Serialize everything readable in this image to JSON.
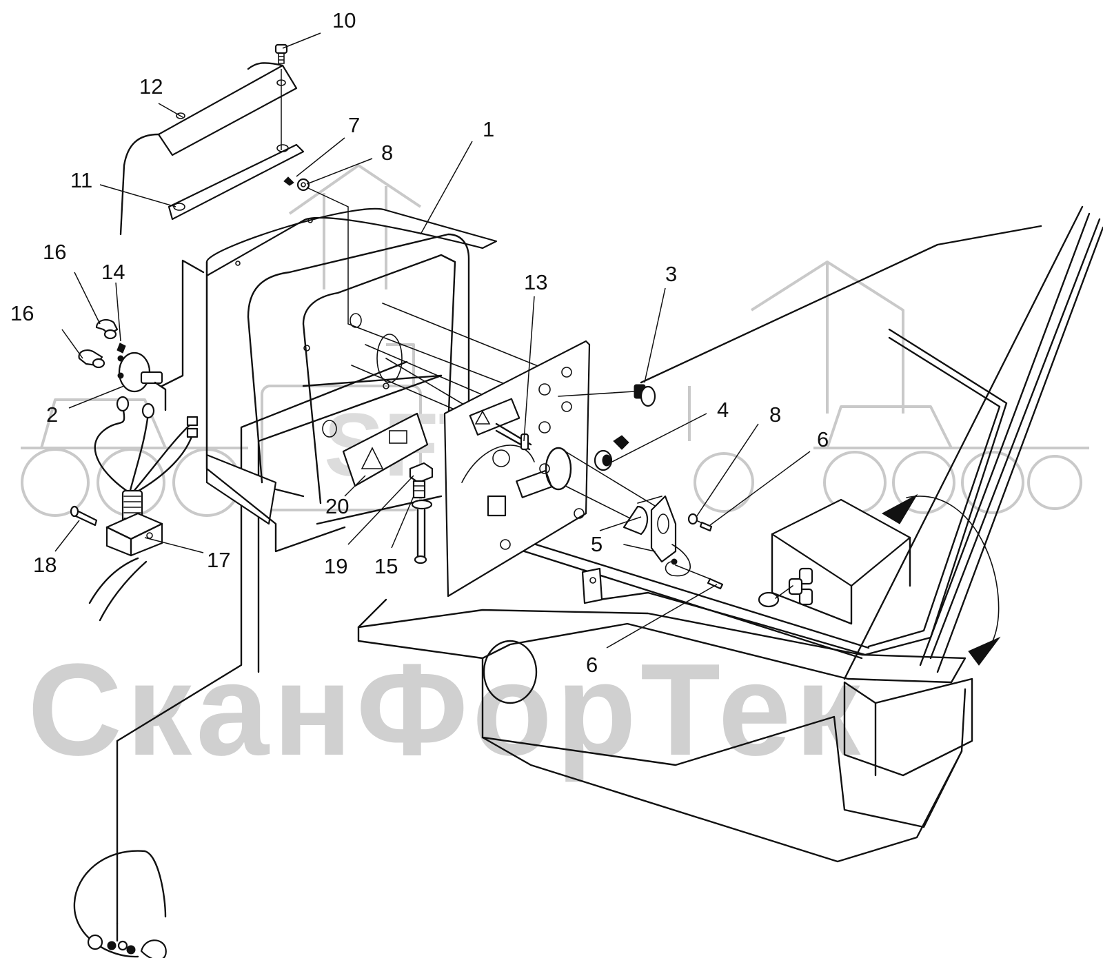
{
  "watermark": {
    "text": "СканФорТек",
    "logo": "SFT"
  },
  "callouts": [
    {
      "id": "c10",
      "label": "10"
    },
    {
      "id": "c12",
      "label": "12"
    },
    {
      "id": "c7",
      "label": "7"
    },
    {
      "id": "c8a",
      "label": "8"
    },
    {
      "id": "c1",
      "label": "1"
    },
    {
      "id": "c11",
      "label": "11"
    },
    {
      "id": "c16a",
      "label": "16"
    },
    {
      "id": "c14",
      "label": "14"
    },
    {
      "id": "c16b",
      "label": "16"
    },
    {
      "id": "c2",
      "label": "2"
    },
    {
      "id": "c13",
      "label": "13"
    },
    {
      "id": "c3",
      "label": "3"
    },
    {
      "id": "c4",
      "label": "4"
    },
    {
      "id": "c8b",
      "label": "8"
    },
    {
      "id": "c6a",
      "label": "6"
    },
    {
      "id": "c5",
      "label": "5"
    },
    {
      "id": "c20",
      "label": "20"
    },
    {
      "id": "c18",
      "label": "18"
    },
    {
      "id": "c17",
      "label": "17"
    },
    {
      "id": "c19",
      "label": "19"
    },
    {
      "id": "c15",
      "label": "15"
    },
    {
      "id": "c6b",
      "label": "6"
    }
  ]
}
